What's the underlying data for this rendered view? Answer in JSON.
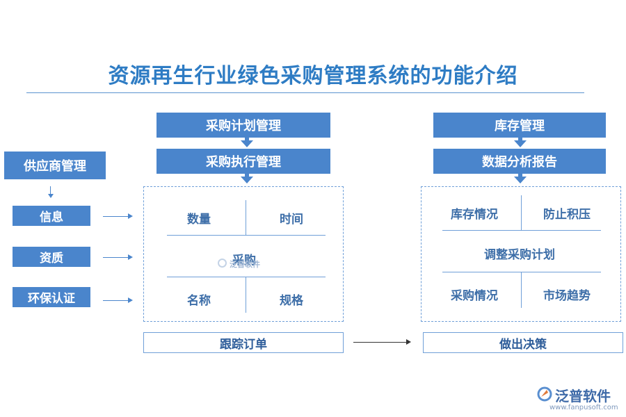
{
  "title": "资源再生行业绿色采购管理系统的功能介绍",
  "left": {
    "supplier_mgmt": "供应商管理",
    "items": [
      "信息",
      "资质",
      "环保认证"
    ]
  },
  "center": {
    "plan": "采购计划管理",
    "execute": "采购执行管理",
    "grid": {
      "top_left": "数量",
      "top_right": "时间",
      "middle": "采购",
      "bottom_left": "名称",
      "bottom_right": "规格"
    },
    "footer": "跟踪订单"
  },
  "right": {
    "inventory": "库存管理",
    "analysis": "数据分析报告",
    "grid": {
      "top_left": "库存情况",
      "top_right": "防止积压",
      "middle": "调整采购计划",
      "bottom_left": "采购情况",
      "bottom_right": "市场趋势"
    },
    "footer": "做出决策"
  },
  "watermark": {
    "text": "泛普软件"
  },
  "logo": {
    "name": "泛普软件",
    "url": "www.fanpusoft.com",
    "icon": "fanpu-logo-icon"
  },
  "colors": {
    "primary": "#4a85cc",
    "title": "#2e7cc4",
    "line": "#6f9fd8"
  }
}
